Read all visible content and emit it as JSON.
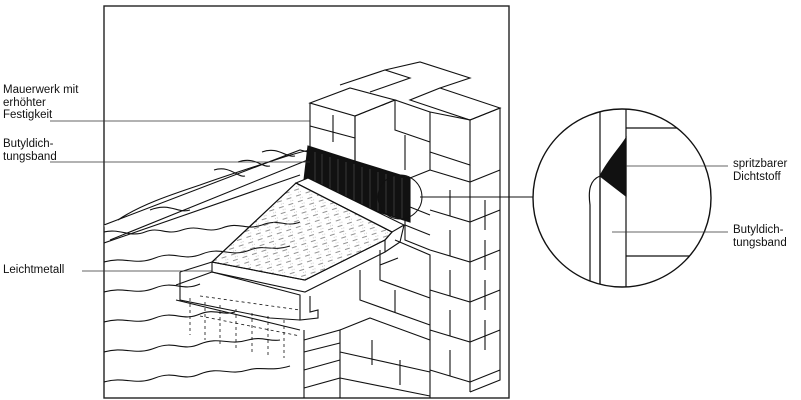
{
  "labels": {
    "mauerwerk": "Mauerwerk mit\nerhöhter\nFestigkeit",
    "butyl_left": "Butyldich-\ntungsband",
    "leichtmetall": "Leichtmetall",
    "spritz": "spritzbarer\nDichtstoff",
    "butyl_right": "Butyldich-\ntungsband"
  }
}
